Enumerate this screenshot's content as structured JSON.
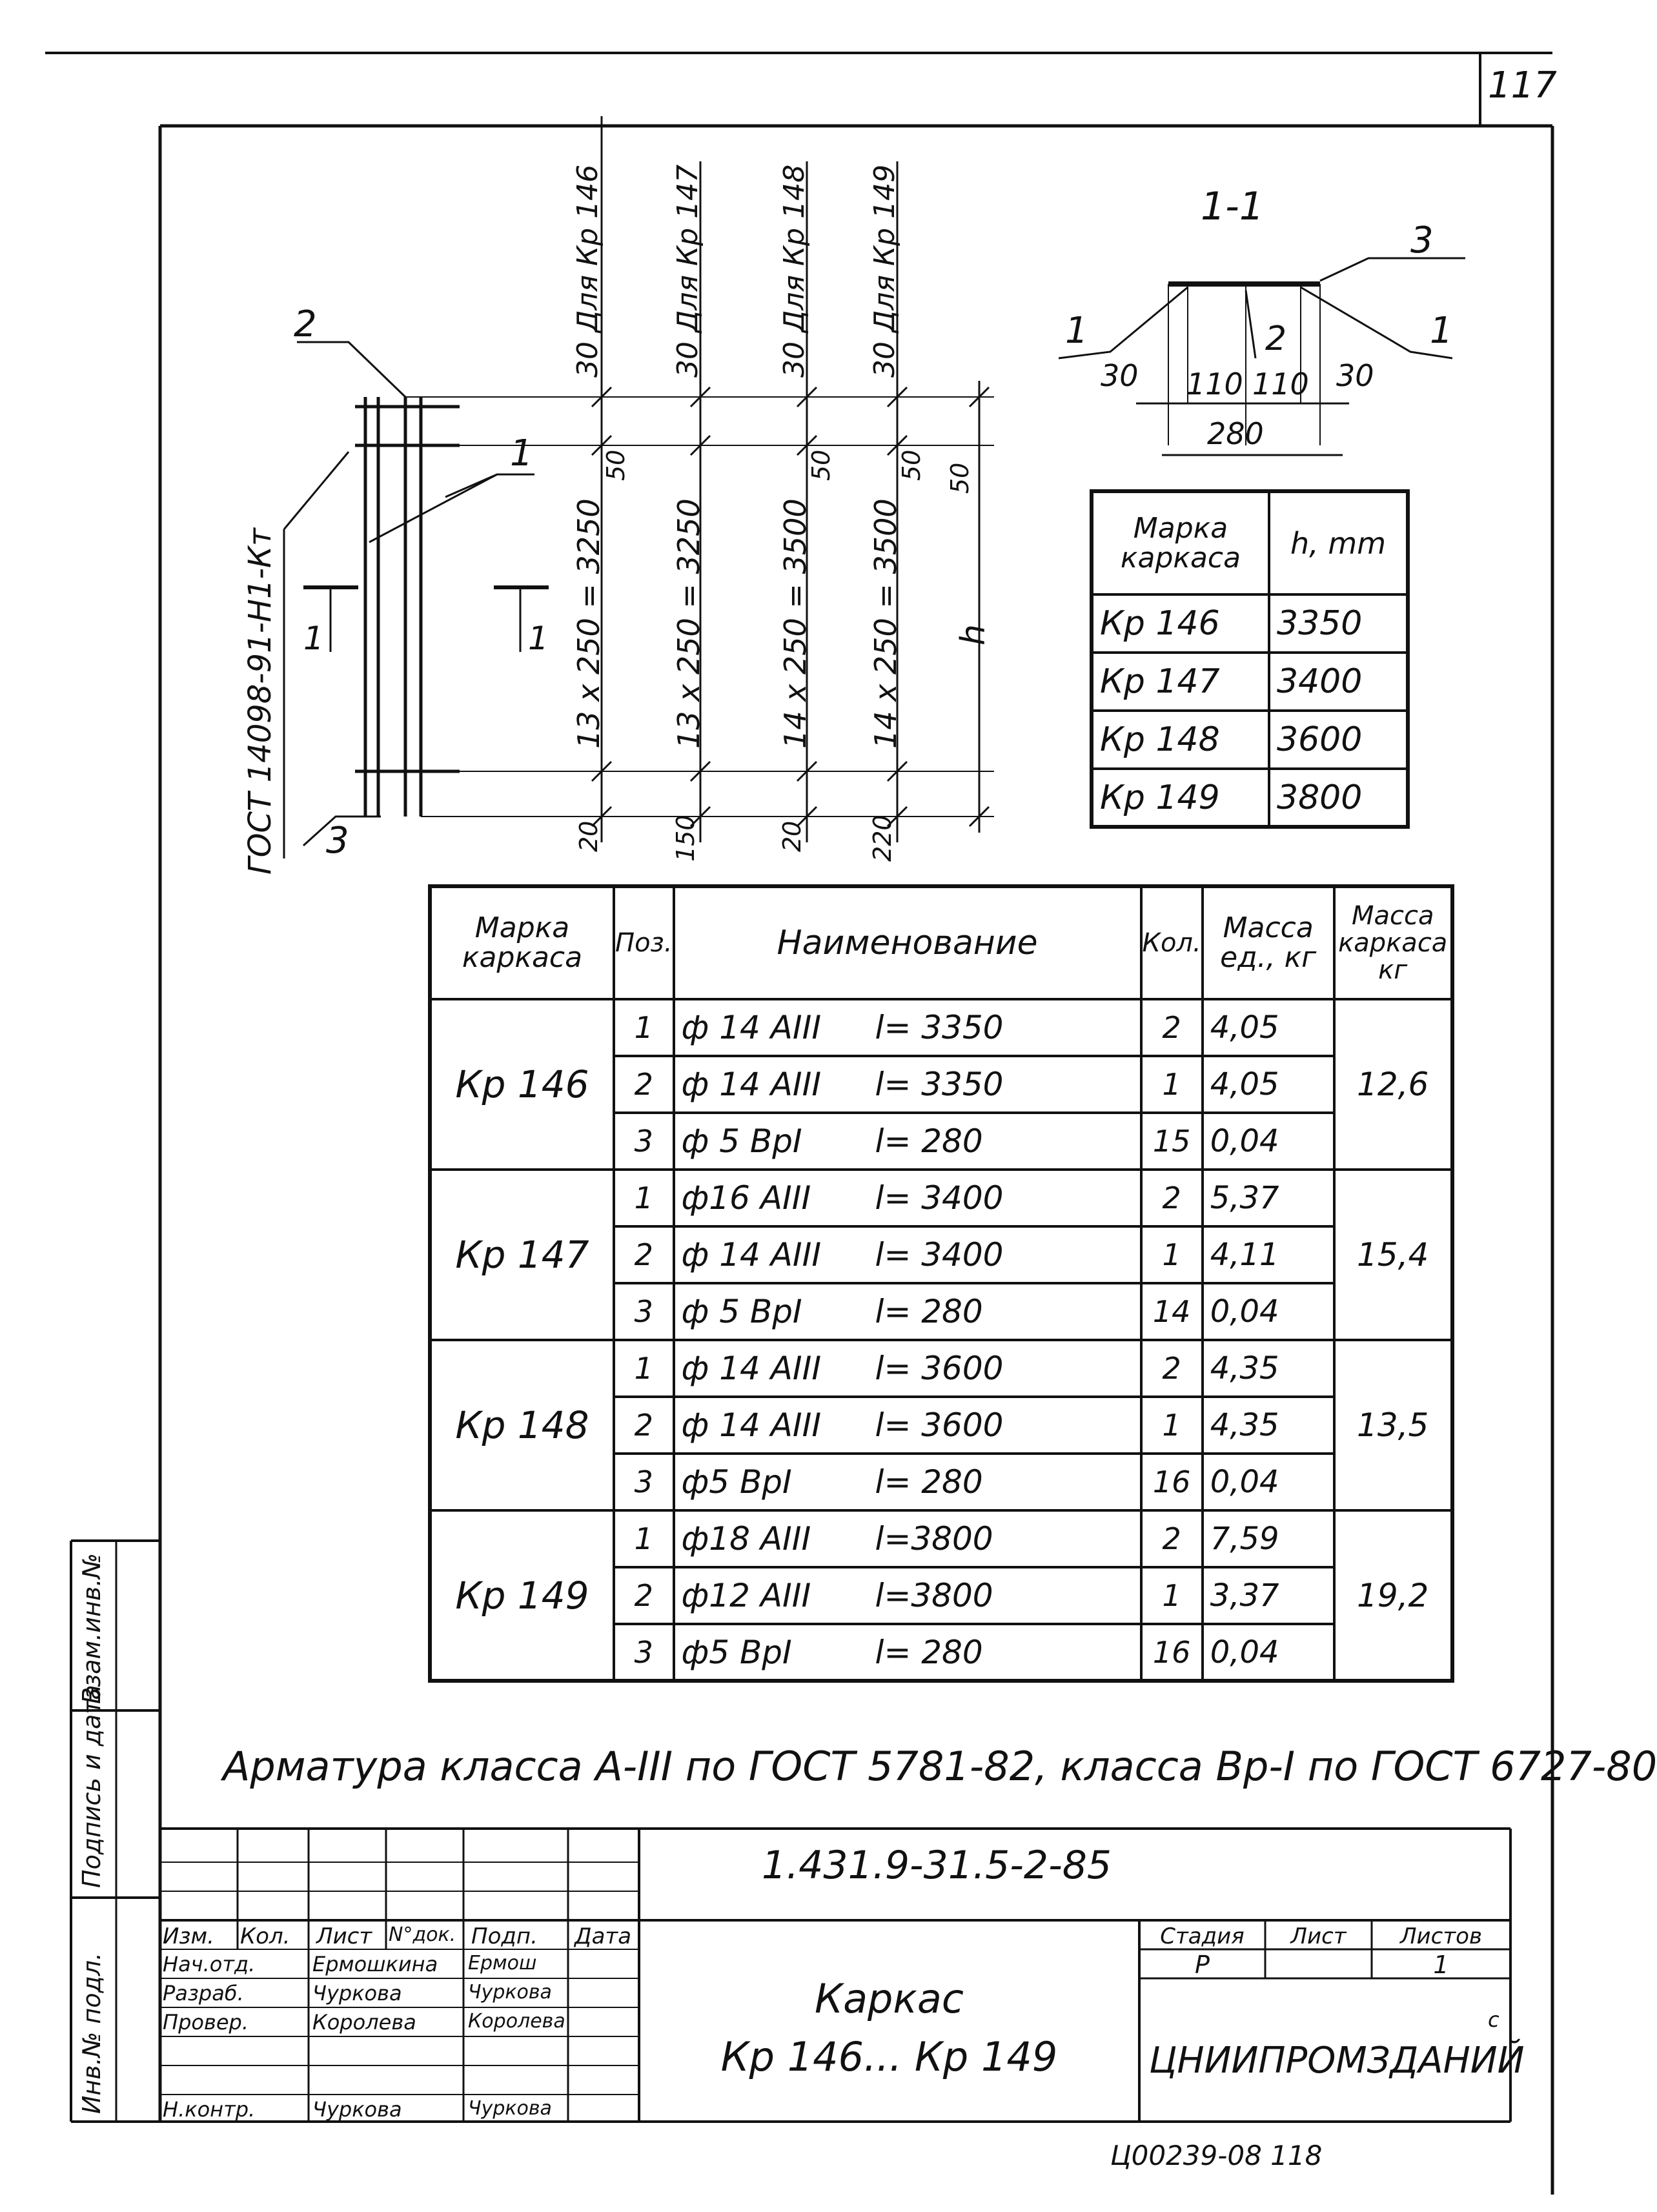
{
  "page_number": "117",
  "section": {
    "title": "1-1",
    "dims": [
      "30",
      "110",
      "110",
      "30"
    ],
    "total": "280",
    "leaders": [
      "1",
      "2",
      "3",
      "1"
    ]
  },
  "elevation": {
    "leaders": [
      "2",
      "1",
      "3"
    ],
    "gost_label": "ГОСТ 14098-91-Н1-Кт",
    "cut_marks": [
      "1",
      "1"
    ],
    "h_label": "h",
    "columns": [
      {
        "top": "30 Для Кр 146",
        "mid": "13 х 250 = 3250",
        "offset": "50",
        "bottom": "20"
      },
      {
        "top": "30 Для Кр 147",
        "mid": "13 х 250 = 3250",
        "offset": "50",
        "bottom": "150"
      },
      {
        "top": "30 Для Кр 148",
        "mid": "14 х 250 = 3500",
        "offset": "50",
        "bottom": "20"
      },
      {
        "top": "30 Для Кр 149",
        "mid": "14 х 250 = 3500",
        "offset": "50",
        "bottom": "220"
      }
    ]
  },
  "h_table": {
    "headers": [
      "Марка каркаса",
      "h, mm"
    ],
    "rows": [
      [
        "Кр 146",
        "3350"
      ],
      [
        "Кр 147",
        "3400"
      ],
      [
        "Кр 148",
        "3600"
      ],
      [
        "Кр 149",
        "3800"
      ]
    ]
  },
  "spec_table": {
    "headers": [
      "Марка каркаса",
      "Поз.",
      "Наименование",
      "Кол.",
      "Масса ед., кг",
      "Масса каркаса кг"
    ],
    "groups": [
      {
        "mark": "Кр 146",
        "mass": "12,6",
        "rows": [
          {
            "pos": "1",
            "name": "ф 14 АIII",
            "len": "l= 3350",
            "qty": "2",
            "unit": "4,05"
          },
          {
            "pos": "2",
            "name": "ф 14 АIII",
            "len": "l= 3350",
            "qty": "1",
            "unit": "4,05"
          },
          {
            "pos": "3",
            "name": "ф 5 ВрI",
            "len": "l= 280",
            "qty": "15",
            "unit": "0,04"
          }
        ]
      },
      {
        "mark": "Кр 147",
        "mass": "15,4",
        "rows": [
          {
            "pos": "1",
            "name": "ф16 АIII",
            "len": "l= 3400",
            "qty": "2",
            "unit": "5,37"
          },
          {
            "pos": "2",
            "name": "ф 14 АIII",
            "len": "l= 3400",
            "qty": "1",
            "unit": "4,11"
          },
          {
            "pos": "3",
            "name": "ф 5 ВрI",
            "len": "l= 280",
            "qty": "14",
            "unit": "0,04"
          }
        ]
      },
      {
        "mark": "Кр 148",
        "mass": "13,5",
        "rows": [
          {
            "pos": "1",
            "name": "ф 14 АIII",
            "len": "l= 3600",
            "qty": "2",
            "unit": "4,35"
          },
          {
            "pos": "2",
            "name": "ф 14 АIII",
            "len": "l= 3600",
            "qty": "1",
            "unit": "4,35"
          },
          {
            "pos": "3",
            "name": "ф5 ВрI",
            "len": "l= 280",
            "qty": "16",
            "unit": "0,04"
          }
        ]
      },
      {
        "mark": "Кр 149",
        "mass": "19,2",
        "rows": [
          {
            "pos": "1",
            "name": "ф18 АIII",
            "len": "l=3800",
            "qty": "2",
            "unit": "7,59"
          },
          {
            "pos": "2",
            "name": "ф12 АIII",
            "len": "l=3800",
            "qty": "1",
            "unit": "3,37"
          },
          {
            "pos": "3",
            "name": "ф5 ВрI",
            "len": "l= 280",
            "qty": "16",
            "unit": "0,04"
          }
        ]
      }
    ]
  },
  "note": "Арматура класса А-III по ГОСТ 5781-82, класса Вр-I по ГОСТ 6727-80",
  "stamp": {
    "doc_code": "1.431.9-31.5-2-85",
    "headers": [
      "Изм.",
      "Кол.",
      "Лист",
      "N°док.",
      "Подп.",
      "Дата"
    ],
    "people": [
      {
        "role": "Нач.отд.",
        "name": "Ермошкина",
        "sign": "Ермош"
      },
      {
        "role": "Разраб.",
        "name": "Чуркова",
        "sign": "Чуркова"
      },
      {
        "role": "Провер.",
        "name": "Королева",
        "sign": "Королева"
      },
      {
        "role": "",
        "name": "",
        "sign": ""
      },
      {
        "role": "Н.контр.",
        "name": "Чуркова",
        "sign": "Чуркова"
      }
    ],
    "title_line1": "Каркас",
    "title_line2": "Кр 146... Кр 149",
    "stage_label": "Стадия",
    "sheet_label": "Лист",
    "sheets_label": "Листов",
    "stage": "Р",
    "sheet": "",
    "sheets": "1",
    "org": "ЦНИИПРОМЗДАНИЙ",
    "org_mark": "с"
  },
  "side_labels": {
    "inv_podl": "Инв.№ подл.",
    "podpis": "Подпись и дата",
    "vzam": "Взам.инв.№"
  },
  "footer_code": "Ц00239-08   118"
}
